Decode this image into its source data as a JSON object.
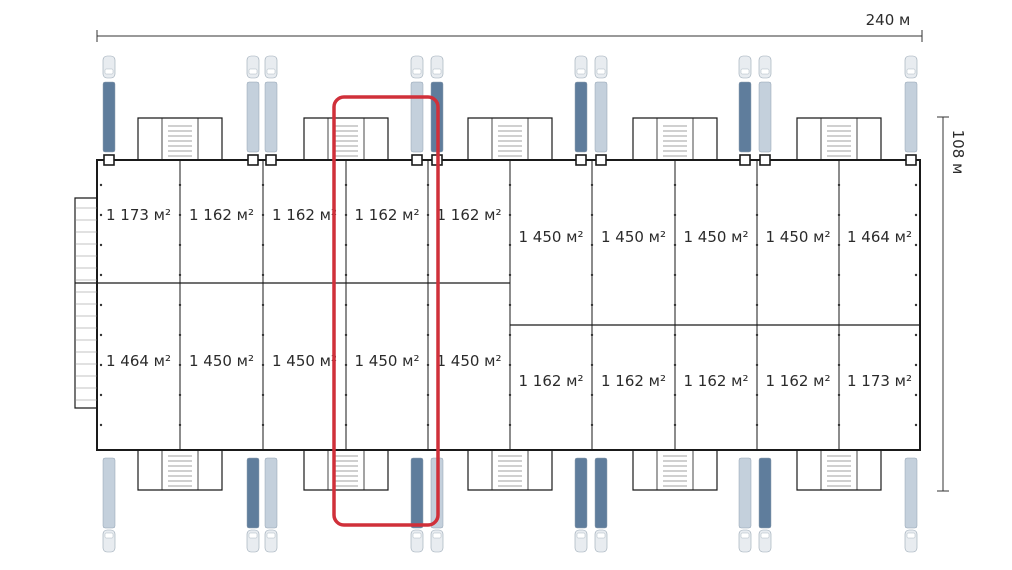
{
  "dimensions": {
    "width_label": "240 м",
    "height_label": "108 м"
  },
  "units": {
    "top": [
      {
        "label": "1 173 м²",
        "tinted": false
      },
      {
        "label": "1 162 м²",
        "tinted": false
      },
      {
        "label": "1 162 м²",
        "tinted": true
      },
      {
        "label": "1 162 м²",
        "tinted": false
      },
      {
        "label": "1 162 м²",
        "tinted": true
      },
      {
        "label": "1 450 м²",
        "tinted": false
      },
      {
        "label": "1 450 м²",
        "tinted": false
      },
      {
        "label": "1 450 м²",
        "tinted": true
      },
      {
        "label": "1 450 м²",
        "tinted": false
      },
      {
        "label": "1 464 м²",
        "tinted": false
      }
    ],
    "bottom": [
      {
        "label": "1 464 м²",
        "tinted": false
      },
      {
        "label": "1 450 м²",
        "tinted": false
      },
      {
        "label": "1 450 м²",
        "tinted": true
      },
      {
        "label": "1 450 м²",
        "tinted": false
      },
      {
        "label": "1 450 м²",
        "tinted": true
      },
      {
        "label": "1 162 м²",
        "tinted": false
      },
      {
        "label": "1 162 м²",
        "tinted": false
      },
      {
        "label": "1 162 м²",
        "tinted": true
      },
      {
        "label": "1 162 м²",
        "tinted": false
      },
      {
        "label": "1 173 м²",
        "tinted": false
      }
    ]
  },
  "trucks": {
    "top": [
      "dark",
      "light",
      "light",
      "light",
      "dark",
      "dark",
      "light",
      "dark",
      "light",
      "light",
      "dark",
      "dark"
    ],
    "bottom": [
      "light",
      "dark",
      "light",
      "dark",
      "light",
      "dark",
      "dark",
      "light",
      "dark",
      "light",
      "light",
      "dark"
    ]
  },
  "highlight": {
    "column": 3,
    "color": "#d0303a"
  },
  "colors": {
    "wall": "#1a1a1a",
    "truck_dark": "#5f7d9c",
    "truck_light": "#c4d0dc",
    "cab": "#e8ecf0",
    "text": "#2b2b2b",
    "text_tinted": "#8e8e8e"
  }
}
